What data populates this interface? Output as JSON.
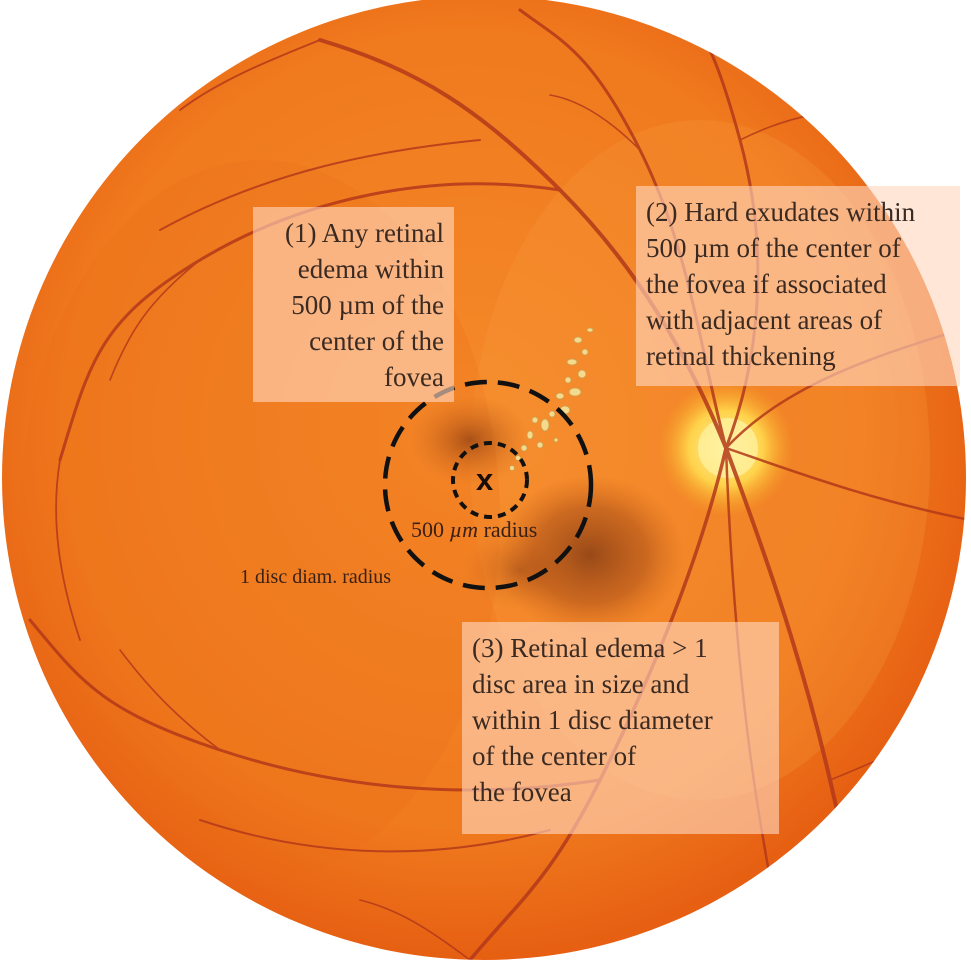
{
  "diagram": {
    "callout_1": {
      "lines": [
        "(1) Any retinal",
        "edema within",
        "500 µm of the",
        "center of the",
        "fovea"
      ]
    },
    "callout_2": {
      "lines": [
        "(2) Hard exudates within",
        "500 µm of the center of",
        "the fovea if associated",
        "with adjacent areas of",
        "retinal thickening"
      ]
    },
    "callout_3": {
      "lines": [
        "(3) Retinal edema > 1",
        "disc area in size and",
        "within 1 disc diameter",
        "of the center of",
        "the fovea"
      ]
    },
    "fovea_mark": "x",
    "inner_circle_label_value": "500",
    "inner_circle_label_unit": "µm",
    "inner_circle_label_word": "radius",
    "outer_circle_label": "1 disc diam. radius"
  },
  "colors": {
    "retina": "#f07a1e",
    "retina_dark": "#e2560e",
    "optic_disc": "#ffd24a",
    "vessel": "#b3391a",
    "edema": "#7a3412",
    "exudate": "#f5d98c",
    "callout_bg": "#ffd6be"
  }
}
